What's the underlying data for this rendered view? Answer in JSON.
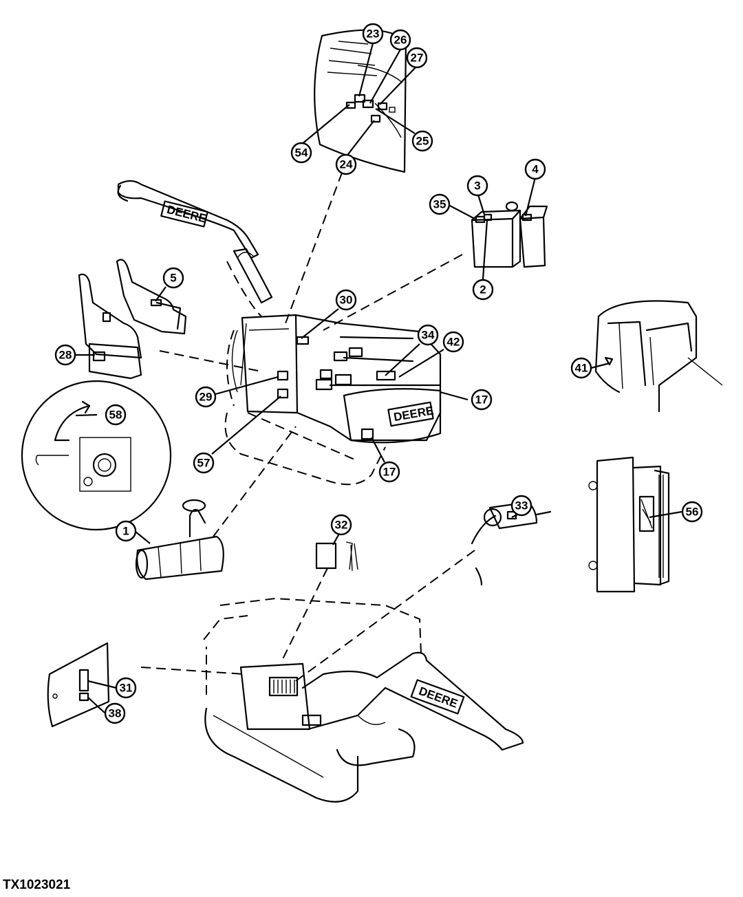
{
  "figure": {
    "code": "TX1023021",
    "brand_label": "DEERE"
  },
  "callouts": [
    {
      "label": "23"
    },
    {
      "label": "26"
    },
    {
      "label": "27"
    },
    {
      "label": "54"
    },
    {
      "label": "24"
    },
    {
      "label": "25"
    },
    {
      "label": "35"
    },
    {
      "label": "3"
    },
    {
      "label": "4"
    },
    {
      "label": "2"
    },
    {
      "label": "5"
    },
    {
      "label": "30"
    },
    {
      "label": "28"
    },
    {
      "label": "34"
    },
    {
      "label": "42"
    },
    {
      "label": "41"
    },
    {
      "label": "29"
    },
    {
      "label": "17"
    },
    {
      "label": "58"
    },
    {
      "label": "57"
    },
    {
      "label": "17"
    },
    {
      "label": "33"
    },
    {
      "label": "56"
    },
    {
      "label": "32"
    },
    {
      "label": "1"
    },
    {
      "label": "31"
    },
    {
      "label": "38"
    }
  ]
}
